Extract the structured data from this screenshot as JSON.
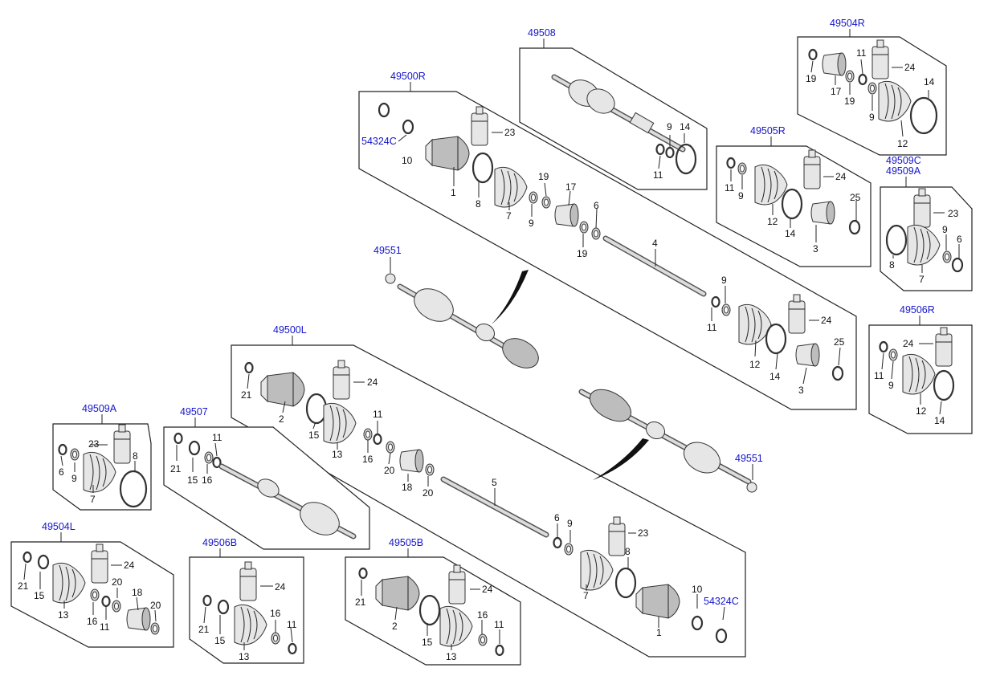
{
  "refs": {
    "r49508": "49508",
    "r49504R": "49504R",
    "r49500R": "49500R",
    "r54324C_top": "54324C",
    "r49505R": "49505R",
    "r49509C": "49509C",
    "r49509A_right": "49509A",
    "r49551_top": "49551",
    "r49506R": "49506R",
    "r49500L": "49500L",
    "r49509A_left": "49509A",
    "r49507": "49507",
    "r49551_bottom": "49551",
    "r49504L": "49504L",
    "r49506B": "49506B",
    "r49505B": "49505B",
    "r54324C_bottom": "54324C"
  },
  "nums": {
    "n1": "1",
    "n2": "2",
    "n3": "3",
    "n4": "4",
    "n5": "5",
    "n6": "6",
    "n7": "7",
    "n8": "8",
    "n9": "9",
    "n10": "10",
    "n11": "11",
    "n12": "12",
    "n13": "13",
    "n14": "14",
    "n15": "15",
    "n16": "16",
    "n17": "17",
    "n18": "18",
    "n19": "19",
    "n20": "20",
    "n21": "21",
    "n23": "23",
    "n24": "24",
    "n25": "25"
  }
}
